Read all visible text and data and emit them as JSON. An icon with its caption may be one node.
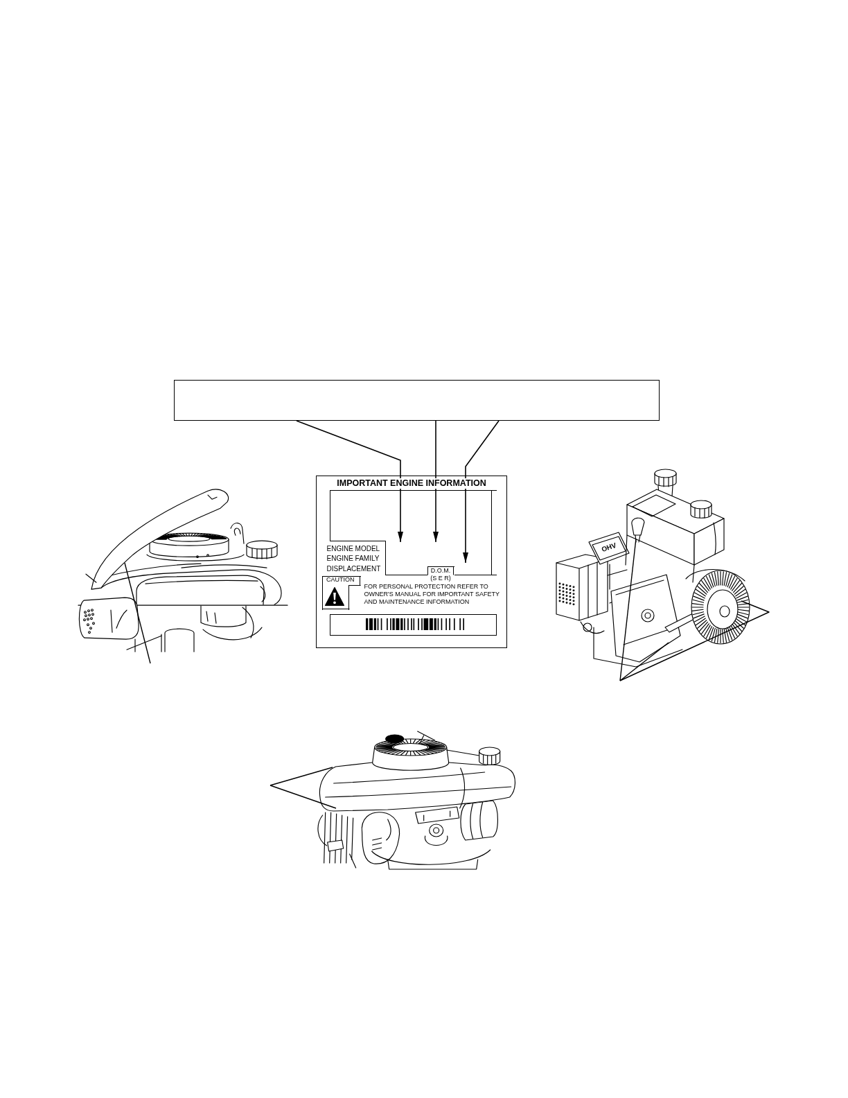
{
  "diagram": {
    "nodes": [
      {
        "text": [],
        "shape": "box"
      },
      {
        "text": [],
        "shape": "picture"
      },
      {
        "text": [
          "IMPORTANT ENGINE INFORMATION",
          "FOR PERSONAL PROTECTION REFER TO OWNER'S MANUAL FOR IMPORTANT SAFETY AND MAINTENANCE INFORMATION"
        ]
      },
      {
        "text": [
          "ENGINE MODEL",
          "ENGINE FAMILY",
          "DISPLACEMENT"
        ],
        "in": 2
      },
      {
        "text": [
          "D.O.M. (S E R)"
        ],
        "in": 2
      },
      {
        "text": [
          "CAUTION"
        ],
        "in": 2
      },
      {
        "text": [],
        "shape": "box",
        "in": 2
      },
      {
        "text": [],
        "shape": "picture"
      },
      {
        "text": [],
        "shape": "picture"
      }
    ],
    "edges": [
      {
        "from": 0,
        "to": 3,
        "arrow": "to"
      },
      {
        "from": 0,
        "to": 3,
        "arrow": "to"
      },
      {
        "from": 0,
        "to": 3,
        "arrow": "to"
      },
      {
        "from": null,
        "to": 1,
        "arrow": "none"
      },
      {
        "from": null,
        "to": 7,
        "arrow": "none"
      },
      {
        "from": null,
        "to": 7,
        "arrow": "none"
      },
      {
        "from": null,
        "to": 7,
        "arrow": "none"
      },
      {
        "from": null,
        "to": 8,
        "arrow": "none"
      },
      {
        "from": null,
        "to": 8,
        "arrow": "none"
      }
    ],
    "labels": [
      "OHV"
    ]
  }
}
